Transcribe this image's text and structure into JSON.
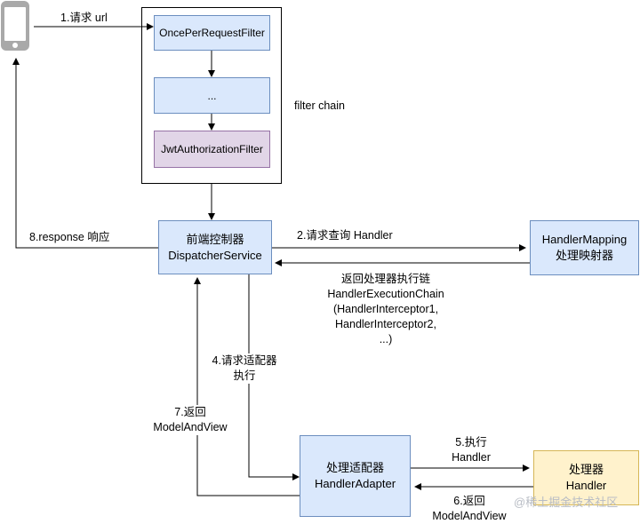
{
  "filter_chain": {
    "label": "filter chain",
    "filters": [
      "OncePerRequestFilter",
      "...",
      "JwtAuthorizationFilter"
    ]
  },
  "dispatcher": {
    "line1": "前端控制器",
    "line2": "DispatcherService"
  },
  "handler_mapping": {
    "line1": "HandlerMapping",
    "line2": "处理映射器"
  },
  "handler_adapter": {
    "line1": "处理适配器",
    "line2": "HandlerAdapter"
  },
  "handler": {
    "line1": "处理器",
    "line2": "Handler"
  },
  "edges": {
    "step1": "1.请求 url",
    "step2": "2.请求查询 Handler",
    "return_chain": [
      "返回处理器执行链",
      "HandlerExecutionChain",
      "(HandlerInterceptor1,",
      "HandlerInterceptor2,",
      "...)"
    ],
    "step4": [
      "4.请求适配器",
      "执行"
    ],
    "step5": [
      "5.执行",
      "Handler"
    ],
    "step6": [
      "6.返回",
      "ModelAndView"
    ],
    "step7": [
      "7.返回",
      "ModelAndView"
    ],
    "step8": "8.response 响应"
  },
  "icons": {
    "client": "mobile-phone-icon",
    "watermark": "juejin-logo-icon"
  },
  "watermark": "@稀土掘金技术社区",
  "colors": {
    "blue_fill": "#dae8fc",
    "blue_stroke": "#6c8ebf",
    "purple_fill": "#e1d5e7",
    "purple_stroke": "#9673a6",
    "yellow_fill": "#fff2cc",
    "yellow_stroke": "#d6b656"
  }
}
